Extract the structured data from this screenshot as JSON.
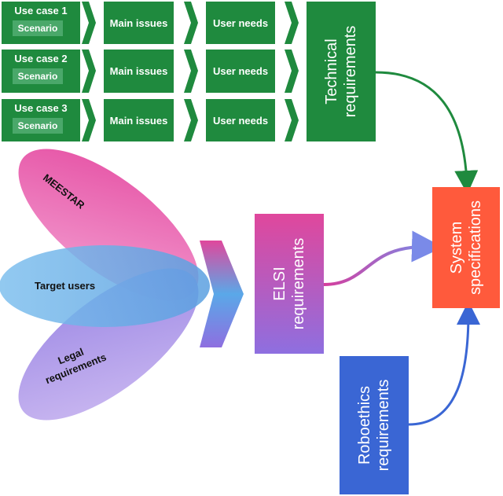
{
  "use_cases": [
    {
      "title": "Use case 1",
      "scenario": "Scenario",
      "issues": "Main issues",
      "needs": "User needs"
    },
    {
      "title": "Use case 2",
      "scenario": "Scenario",
      "issues": "Main issues",
      "needs": "User needs"
    },
    {
      "title": "Use case 3",
      "scenario": "Scenario",
      "issues": "Main issues",
      "needs": "User needs"
    }
  ],
  "technical": {
    "line1": "Technical",
    "line2": "requirements"
  },
  "system": {
    "line1": "System",
    "line2": "specifications"
  },
  "elsi": {
    "line1": "ELSI",
    "line2": "requirements"
  },
  "roboethics": {
    "line1": "Roboethics",
    "line2": "requirements"
  },
  "petals": {
    "meestar": "MEESTAR",
    "target": "Target users",
    "legal1": "Legal",
    "legal2": "requirements"
  },
  "colors": {
    "green": "#1f8a3e",
    "orange": "#ff5a3c",
    "blue": "#3a66d4",
    "pink": "#e0479c",
    "purple": "#8e6fe0"
  }
}
